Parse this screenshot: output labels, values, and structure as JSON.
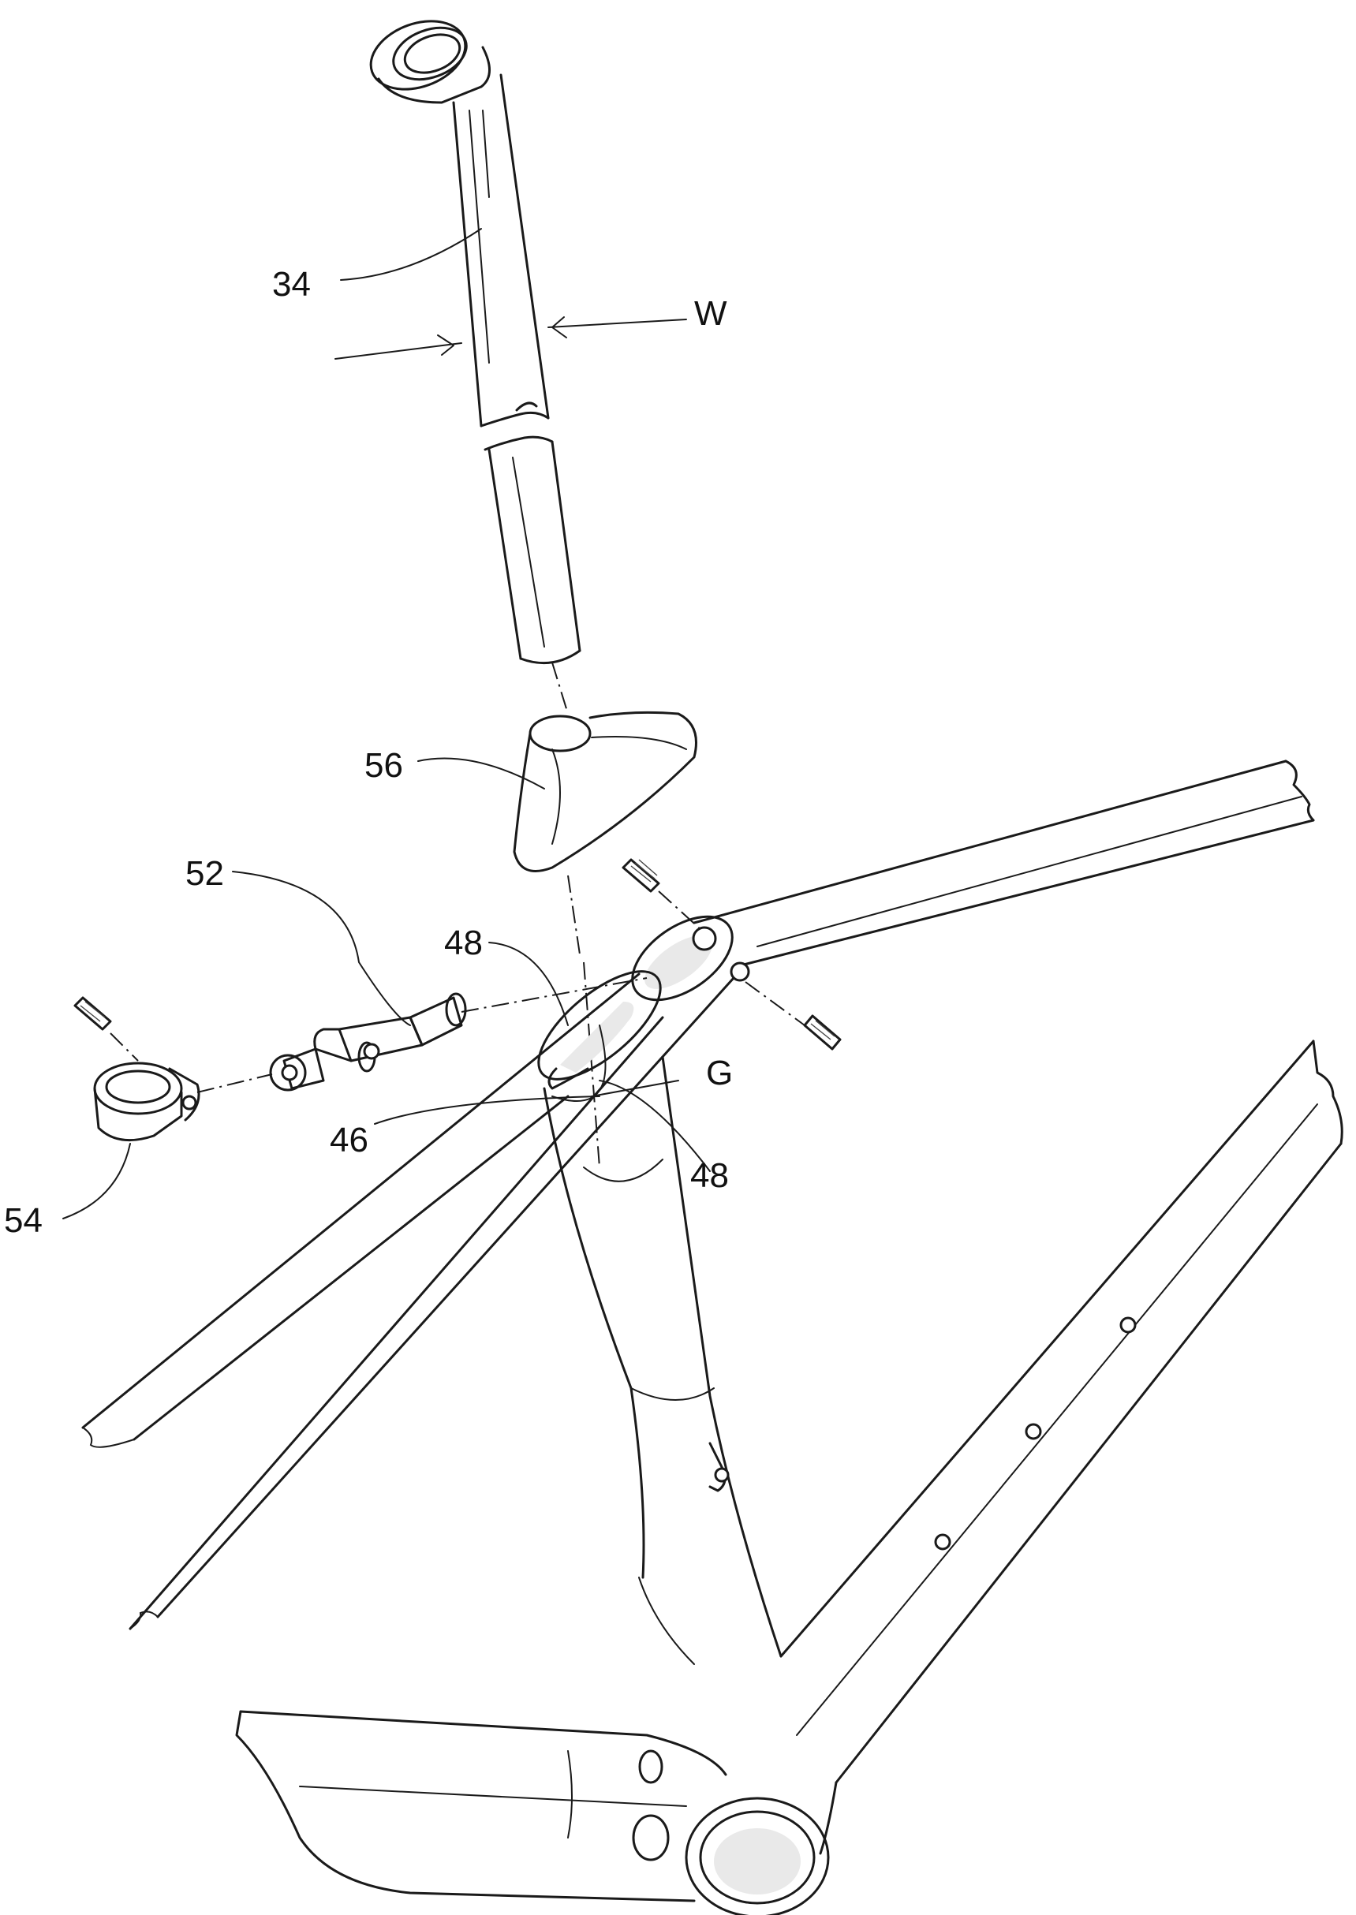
{
  "figure": {
    "labels": {
      "seatpost": "34",
      "width_arrow": "W",
      "collar_insert": "56",
      "shock_unit": "52",
      "upper_opening": "48",
      "lower_opening": "48",
      "gap": "G",
      "slot": "46",
      "clamp": "54"
    }
  }
}
